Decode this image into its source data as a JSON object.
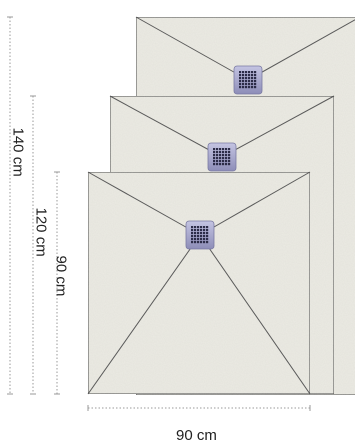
{
  "dimensions": {
    "length_140": "140 cm",
    "length_120": "120 cm",
    "length_90": "90 cm",
    "width_90": "90 cm"
  },
  "colors": {
    "tray_surface": "#ecebe4",
    "tray_edge": "#5a5a5a",
    "drain_grate": "#a3a3c8",
    "dimension_line": "#9a9a9a"
  },
  "icons": {
    "drain": "drain-grate-icon"
  }
}
